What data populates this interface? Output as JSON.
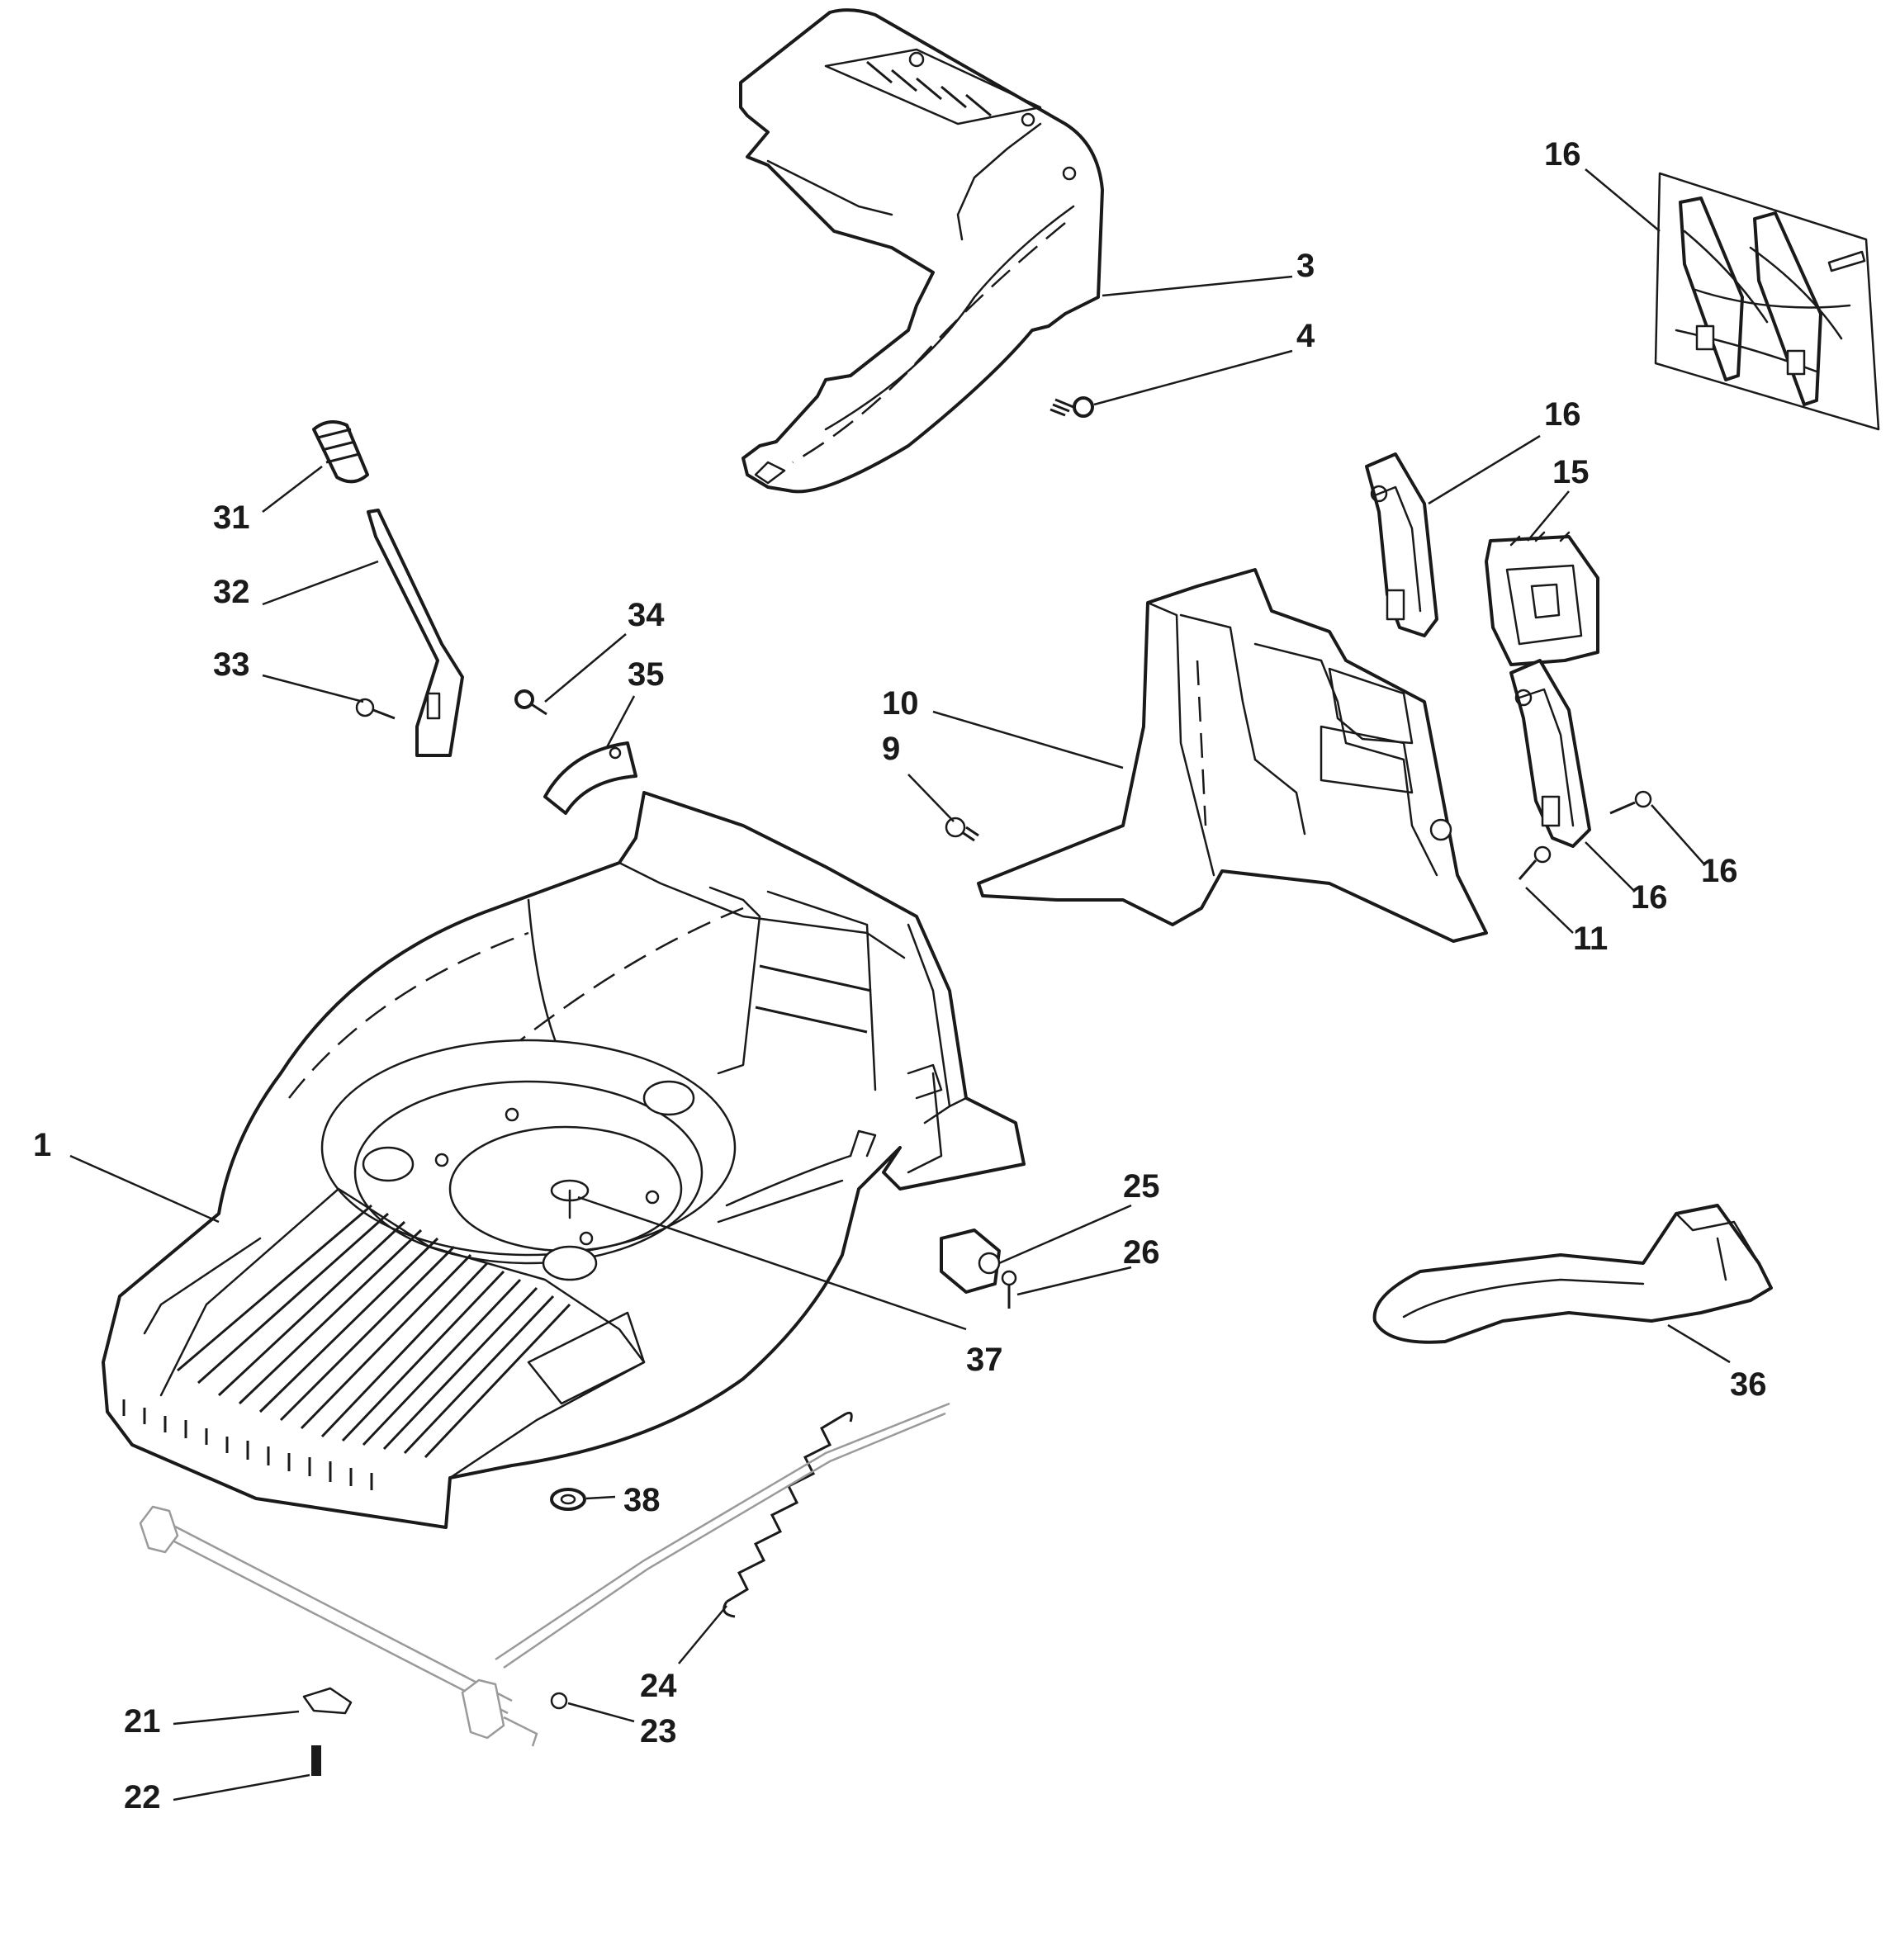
{
  "callouts": [
    {
      "id": "c1",
      "label": "1"
    },
    {
      "id": "c3",
      "label": "3"
    },
    {
      "id": "c4",
      "label": "4"
    },
    {
      "id": "c9",
      "label": "9"
    },
    {
      "id": "c10",
      "label": "10"
    },
    {
      "id": "c11",
      "label": "11"
    },
    {
      "id": "c15",
      "label": "15"
    },
    {
      "id": "c16a",
      "label": "16"
    },
    {
      "id": "c16b",
      "label": "16"
    },
    {
      "id": "c16c",
      "label": "16"
    },
    {
      "id": "c16d",
      "label": "16"
    },
    {
      "id": "c21",
      "label": "21"
    },
    {
      "id": "c22",
      "label": "22"
    },
    {
      "id": "c23",
      "label": "23"
    },
    {
      "id": "c24",
      "label": "24"
    },
    {
      "id": "c25",
      "label": "25"
    },
    {
      "id": "c26",
      "label": "26"
    },
    {
      "id": "c31",
      "label": "31"
    },
    {
      "id": "c32",
      "label": "32"
    },
    {
      "id": "c33",
      "label": "33"
    },
    {
      "id": "c34",
      "label": "34"
    },
    {
      "id": "c35",
      "label": "35"
    },
    {
      "id": "c36",
      "label": "36"
    },
    {
      "id": "c37",
      "label": "37"
    },
    {
      "id": "c38",
      "label": "38"
    }
  ],
  "colors": {
    "line": "#1a1a1a",
    "ghost": "#9a9a9a",
    "background": "#ffffff"
  }
}
